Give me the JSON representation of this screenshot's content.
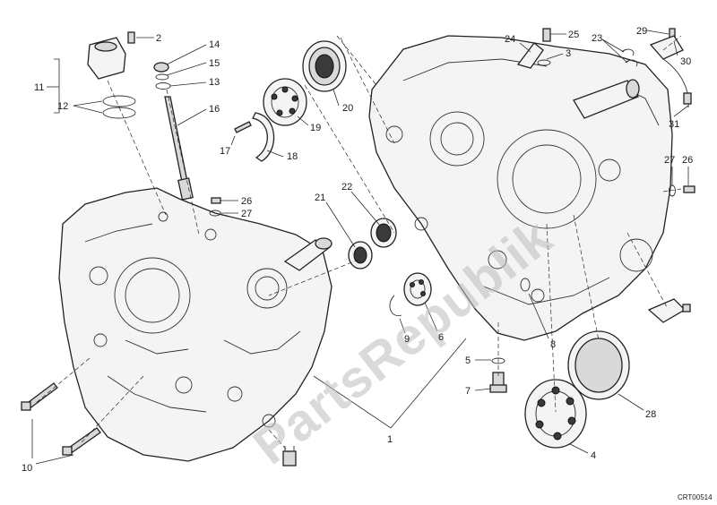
{
  "diagram": {
    "watermark": "PartsRepublik",
    "drawing_code": "CRT00514",
    "labels": [
      {
        "id": "l2",
        "text": "2"
      },
      {
        "id": "l11",
        "text": "11"
      },
      {
        "id": "l12",
        "text": "12"
      },
      {
        "id": "l14",
        "text": "14"
      },
      {
        "id": "l15",
        "text": "15"
      },
      {
        "id": "l13",
        "text": "13"
      },
      {
        "id": "l16",
        "text": "16"
      },
      {
        "id": "l17",
        "text": "17"
      },
      {
        "id": "l18",
        "text": "18"
      },
      {
        "id": "l19",
        "text": "19"
      },
      {
        "id": "l20",
        "text": "20"
      },
      {
        "id": "l26a",
        "text": "26"
      },
      {
        "id": "l27a",
        "text": "27"
      },
      {
        "id": "l21",
        "text": "21"
      },
      {
        "id": "l22",
        "text": "22"
      },
      {
        "id": "l9",
        "text": "9"
      },
      {
        "id": "l6",
        "text": "6"
      },
      {
        "id": "l1",
        "text": "1"
      },
      {
        "id": "l10",
        "text": "10"
      },
      {
        "id": "l24",
        "text": "24"
      },
      {
        "id": "l25",
        "text": "25"
      },
      {
        "id": "l3",
        "text": "3"
      },
      {
        "id": "l23",
        "text": "23"
      },
      {
        "id": "l29",
        "text": "29"
      },
      {
        "id": "l30",
        "text": "30"
      },
      {
        "id": "l31",
        "text": "31"
      },
      {
        "id": "l27b",
        "text": "27"
      },
      {
        "id": "l26b",
        "text": "26"
      },
      {
        "id": "l8",
        "text": "8"
      },
      {
        "id": "l5",
        "text": "5"
      },
      {
        "id": "l7",
        "text": "7"
      },
      {
        "id": "l28",
        "text": "28"
      },
      {
        "id": "l4",
        "text": "4"
      }
    ]
  }
}
